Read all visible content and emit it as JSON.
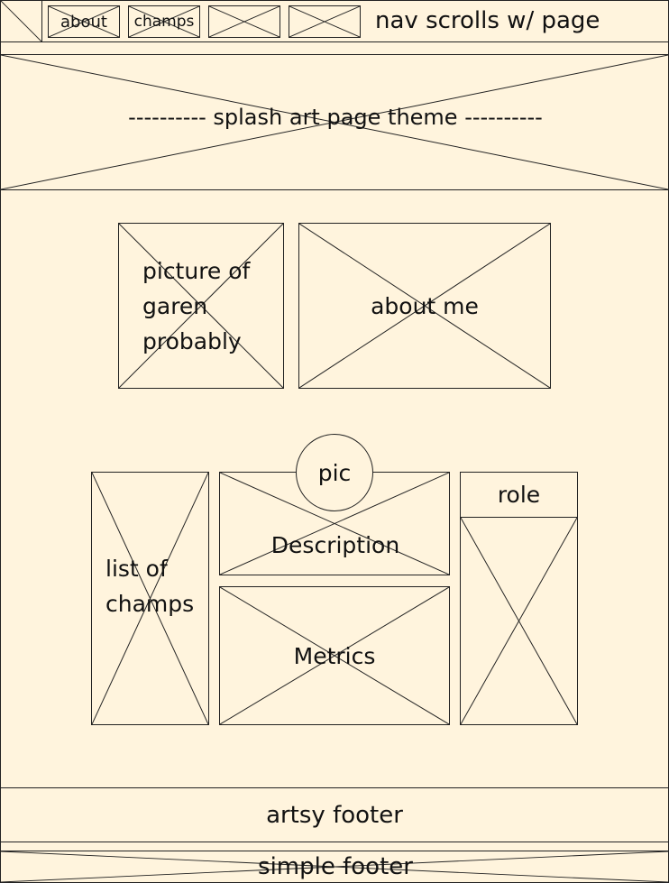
{
  "nav": {
    "item_about": "about",
    "item_champs": "champs",
    "note": "nav scrolls w/ page"
  },
  "hero": {
    "label": "---------- splash art page theme ----------"
  },
  "intro": {
    "picture_label": "picture of garen probably",
    "picture_lines": [
      "picture of",
      "garen",
      "probably"
    ],
    "about_label": "about me"
  },
  "champs": {
    "list_lines": [
      "list of",
      "champs"
    ],
    "pic_label": "pic",
    "description_label": "Description",
    "metrics_label": "Metrics",
    "role_label": "role"
  },
  "footer": {
    "artsy_label": "artsy footer",
    "simple_label": "simple footer"
  }
}
